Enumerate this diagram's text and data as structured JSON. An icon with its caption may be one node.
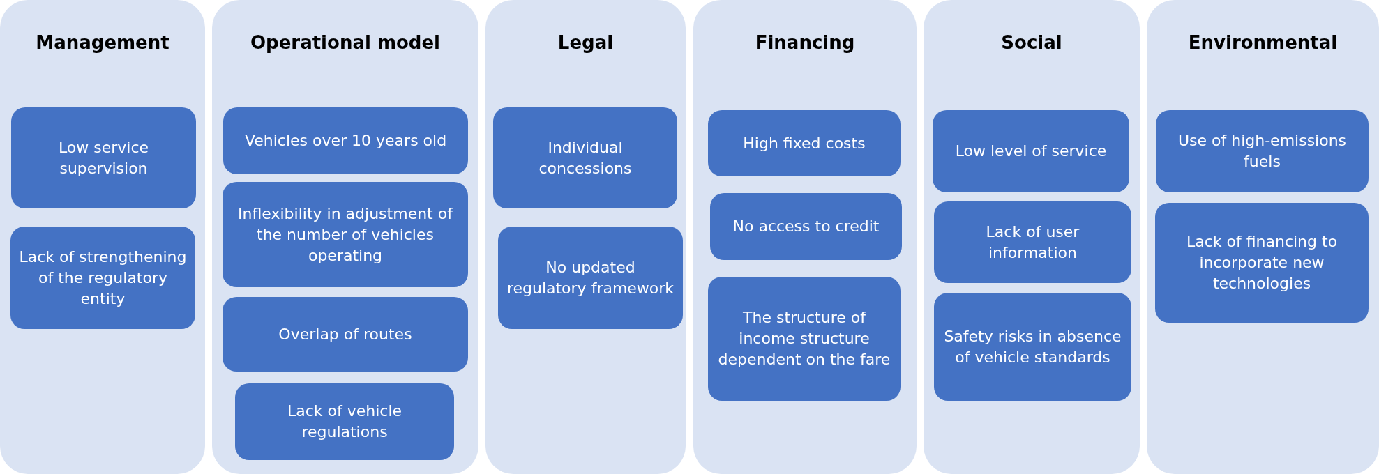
{
  "diagram": {
    "nodes": [
      {
        "text": [
          "Management"
        ]
      },
      {
        "text": [
          "Low service supervision"
        ],
        "in": 0
      },
      {
        "text": [
          "Lack of strengthening of the regulatory entity"
        ],
        "in": 0
      },
      {
        "text": [
          "Operational model"
        ]
      },
      {
        "text": [
          "Vehicles over 10 years old"
        ],
        "in": 3
      },
      {
        "text": [
          "Inflexibility in adjustment of the number of vehicles operating"
        ],
        "in": 3
      },
      {
        "text": [
          "Overlap of routes"
        ],
        "in": 3
      },
      {
        "text": [
          "Lack of vehicle regulations"
        ],
        "in": 3
      },
      {
        "text": [
          "Legal"
        ]
      },
      {
        "text": [
          "Individual concessions"
        ],
        "in": 8
      },
      {
        "text": [
          "No updated regulatory framework"
        ],
        "in": 8
      },
      {
        "text": [
          "Financing"
        ]
      },
      {
        "text": [
          "High fixed costs"
        ],
        "in": 11
      },
      {
        "text": [
          "No access to credit"
        ],
        "in": 11
      },
      {
        "text": [
          "The structure of income structure dependent on the fare"
        ],
        "in": 11
      },
      {
        "text": [
          "Social"
        ]
      },
      {
        "text": [
          "Low level of service"
        ],
        "in": 15
      },
      {
        "text": [
          "Lack of user information"
        ],
        "in": 15
      },
      {
        "text": [
          "Safety risks in absence of vehicle standards"
        ],
        "in": 15
      },
      {
        "text": [
          "Environmental"
        ]
      },
      {
        "text": [
          "Use of high-emissions fuels"
        ],
        "in": 19
      },
      {
        "text": [
          "Lack of financing to incorporate new technologies"
        ],
        "in": 19
      }
    ]
  }
}
